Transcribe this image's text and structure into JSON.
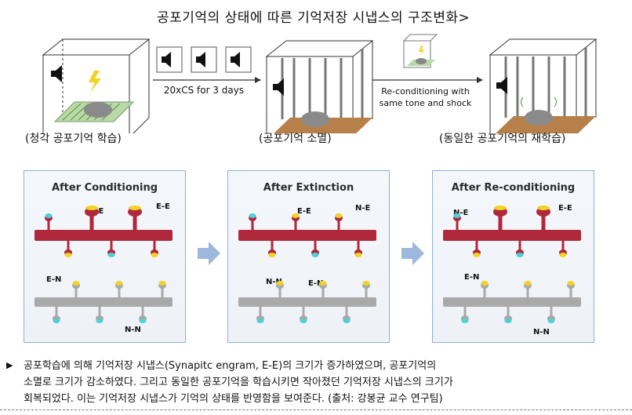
{
  "title": "공포기억의 상태에 따른 기억저장 시냅스의 구조변화>",
  "stages": [
    {
      "label": "(청각 공포기억 학습)"
    },
    {
      "label": "(공포기억 소멸)"
    },
    {
      "label": "(동일한 공포기억의 재학습)"
    }
  ],
  "arrow1_text": "20xCS for 3 days",
  "arrow2_text": [
    "Re-conditioning with",
    "same tone and shock"
  ],
  "panels": [
    {
      "title": "After Conditioning",
      "tags": [
        "N-E",
        "E-E",
        "E-N",
        "N-N"
      ]
    },
    {
      "title": "After Extinction",
      "tags": [
        "E-E",
        "N-E",
        "N-N",
        "E-N"
      ]
    },
    {
      "title": "After Re-conditioning",
      "tags": [
        "N-E",
        "E-E",
        "E-N",
        "N-N"
      ]
    }
  ],
  "caption": [
    "공포학습에 의해 기억저장 시냅스(Synapitc engram, E-E)의 크기가 증가하였으며, 공포기억의",
    "소멸로 크기가 감소하였다. 그리고 동일한 공포기억을 학습시키면 작아졌던 기억저장 시냅스의 크기가",
    "회복되었다. 이는 기억저장 시냅스가 기억의 상태를 반영함을 보여준다.   (출처: 강봉균 교수 연구팀)"
  ],
  "colors": {
    "engram": "#b0283b",
    "non_engram": "#a9a9a9",
    "yellow": "#f2d321",
    "cyan": "#4dd0d8",
    "panel_border": "#8fb0d8",
    "arrow": "#9db8dc"
  }
}
